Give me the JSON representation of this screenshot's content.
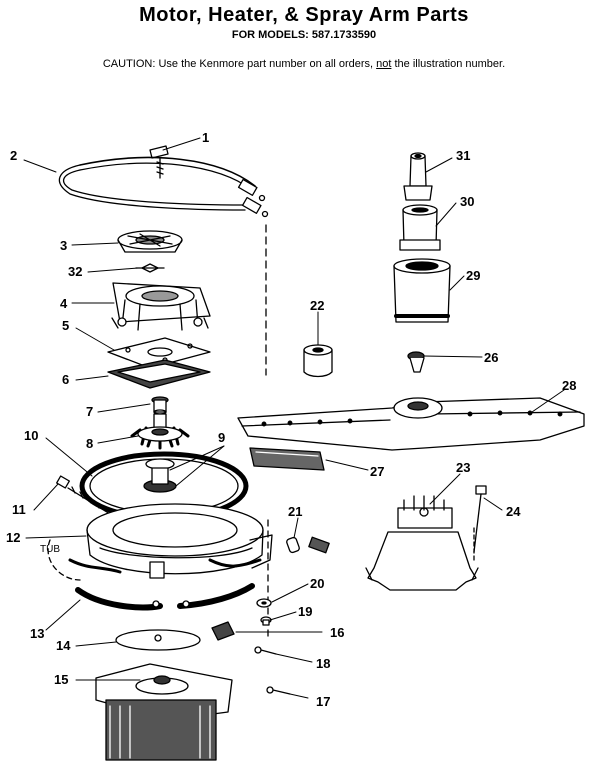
{
  "header": {
    "title": "Motor, Heater, & Spray Arm Parts",
    "models_line": "FOR MODELS:  587.1733590",
    "caution_prefix": "CAUTION:  Use the Kenmore part number on all orders, ",
    "caution_not": "not",
    "caution_suffix": " the illustration number."
  },
  "diagram": {
    "tub_label": "TUB",
    "callouts": [
      "1",
      "2",
      "3",
      "4",
      "5",
      "6",
      "7",
      "8",
      "9",
      "10",
      "11",
      "12",
      "13",
      "14",
      "15",
      "16",
      "17",
      "18",
      "19",
      "20",
      "21",
      "22",
      "23",
      "24",
      "26",
      "27",
      "28",
      "29",
      "30",
      "31",
      "32"
    ]
  }
}
